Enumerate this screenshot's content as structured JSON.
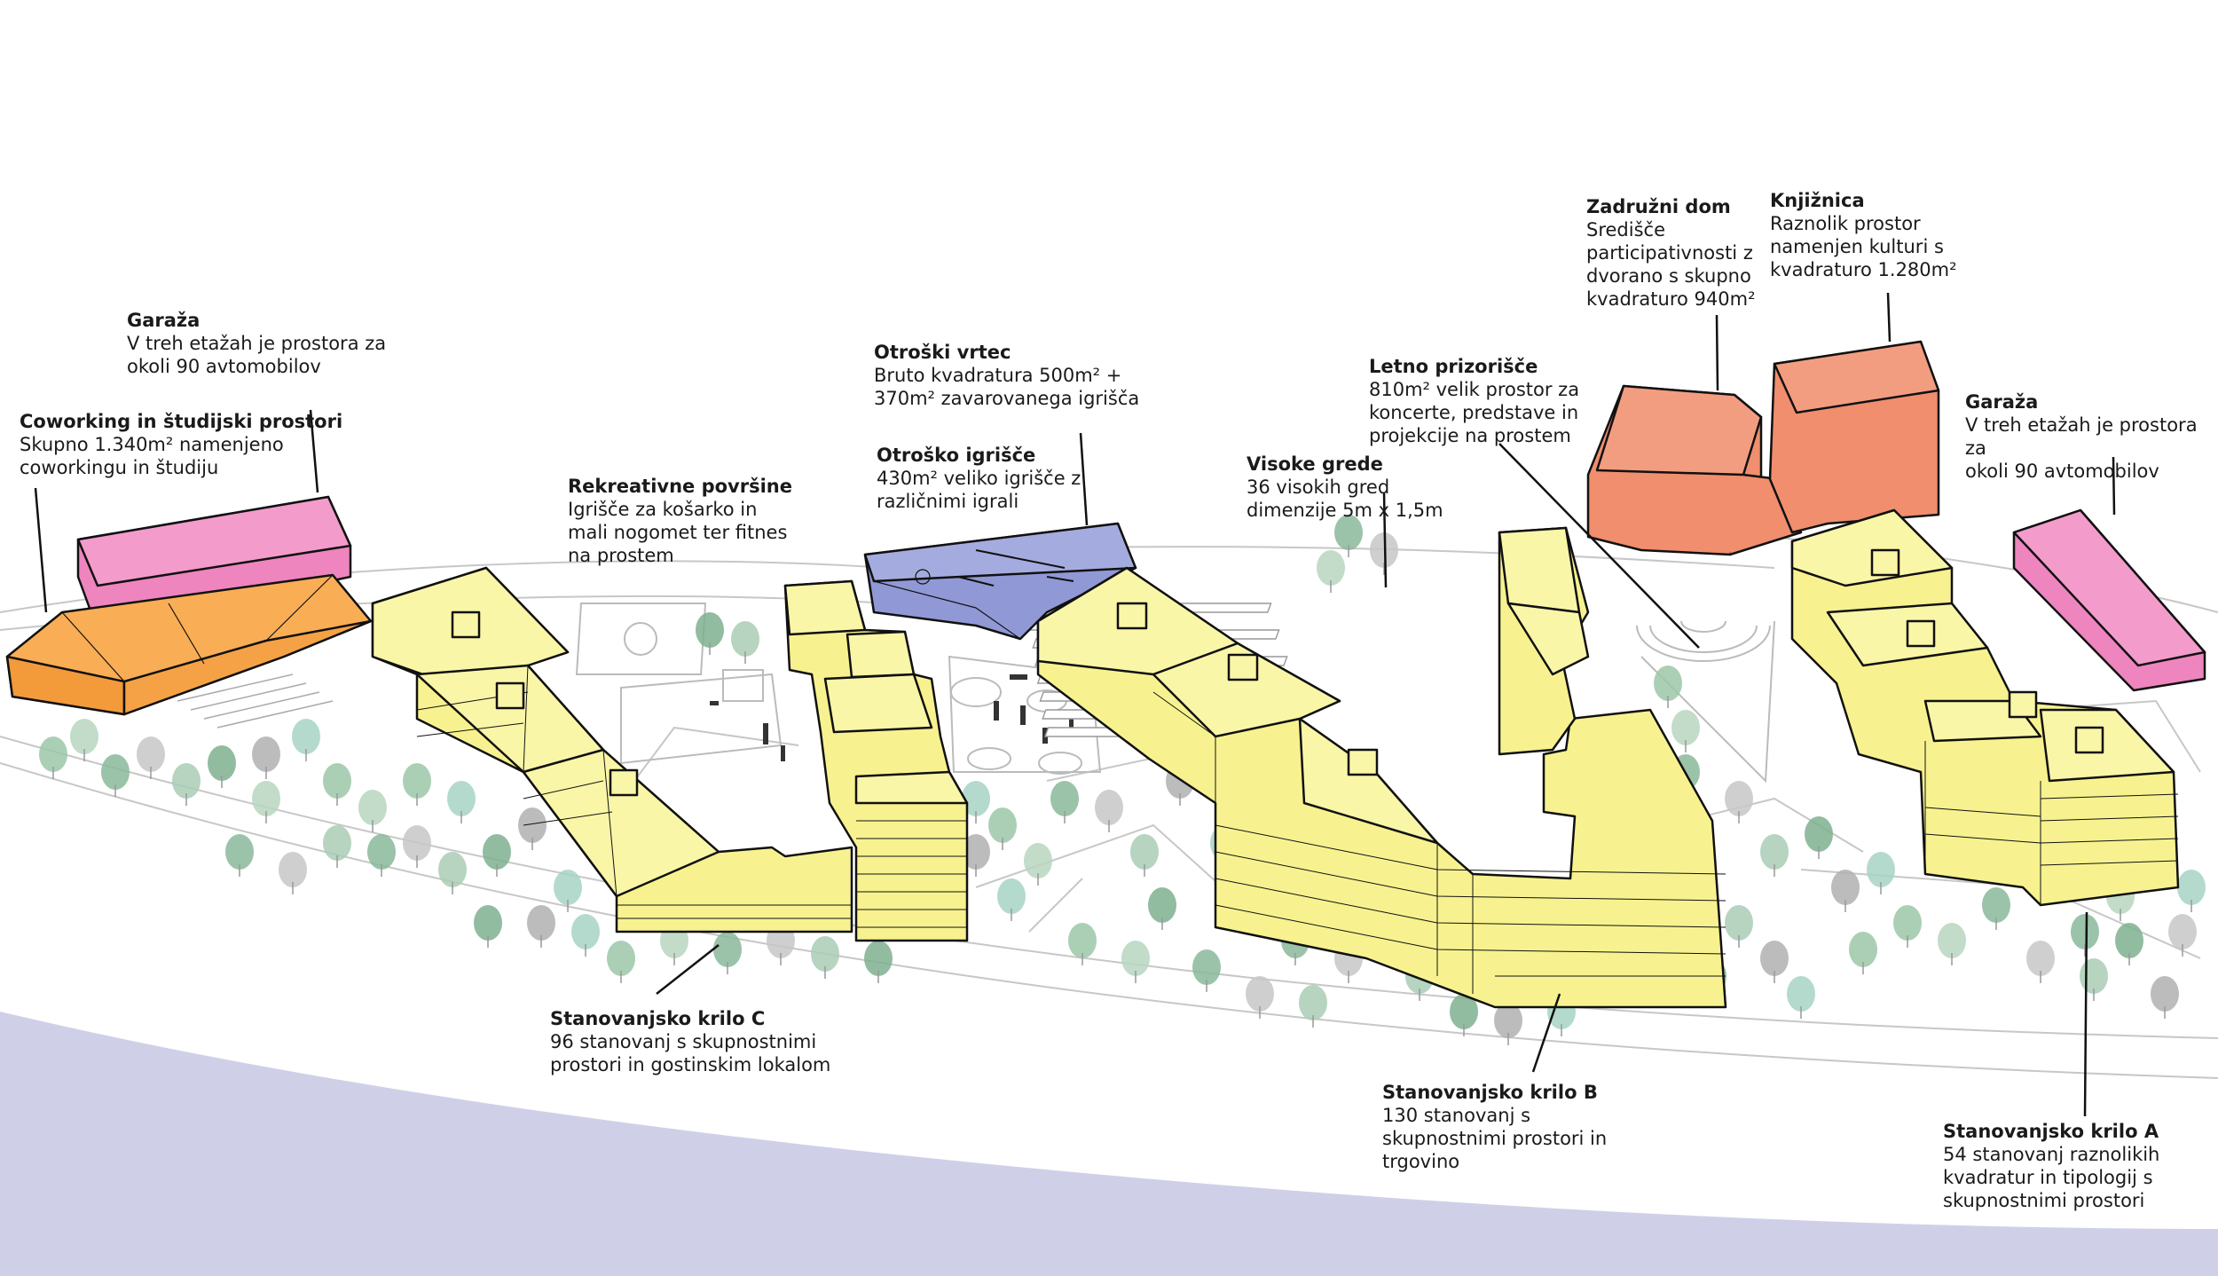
{
  "labels": {
    "garaza_left": {
      "title": "Garaža",
      "lines": [
        "V treh etažah je prostora za",
        "okoli 90 avtomobilov"
      ]
    },
    "coworking": {
      "title": "Coworking in študijski prostori",
      "lines": [
        "Skupno 1.340m² namenjeno",
        "coworkingu in študiju"
      ]
    },
    "rekreativne": {
      "title": "Rekreativne površine",
      "lines": [
        "Igrišče za košarko in",
        "mali nogomet ter fitnes",
        "na prostem"
      ]
    },
    "vrtec": {
      "title": "Otroški vrtec",
      "lines": [
        "Bruto kvadratura 500m² +",
        "370m²  zavarovanega igrišča"
      ]
    },
    "igrisce": {
      "title": "Otroško igrišče",
      "lines": [
        "430m² veliko igrišče z",
        "različnimi igrali"
      ]
    },
    "grede": {
      "title": "Visoke grede",
      "lines": [
        "36 visokih gred",
        "dimenzije 5m x 1,5m"
      ]
    },
    "prizorisce": {
      "title": "Letno prizorišče",
      "lines": [
        "810m² velik prostor za",
        "koncerte, predstave in",
        "projekcije na prostem"
      ]
    },
    "zadruzni": {
      "title": "Zadružni dom",
      "lines": [
        "Središče",
        "participativnosti z",
        "dvorano s skupno",
        "kvadraturo 940m²"
      ]
    },
    "knjiznica": {
      "title": "Knjižnica",
      "lines": [
        "Raznolik prostor",
        "namenjen kulturi s",
        "kvadraturo 1.280m²"
      ]
    },
    "garaza_right": {
      "title": "Garaža",
      "lines": [
        "V treh etažah je prostora za",
        "okoli 90 avtomobilov"
      ]
    },
    "krilo_c": {
      "title": "Stanovanjsko krilo C",
      "lines": [
        "96 stanovanj s skupnostnimi",
        "prostori in gostinskim lokalom"
      ]
    },
    "krilo_b": {
      "title": "Stanovanjsko krilo B",
      "lines": [
        "130 stanovanj s",
        "skupnostnimi prostori in",
        "trgovino"
      ]
    },
    "krilo_a": {
      "title": "Stanovanjsko krilo A",
      "lines": [
        "54 stanovanj raznolikih",
        "kvadratur in tipologij s",
        "skupnostnimi prostori"
      ]
    }
  },
  "colors": {
    "residential": "#f7f28f",
    "garage": "#ee85bf",
    "coworking": "#f9ad55",
    "kindergarten": "#9099d6",
    "culture": "#f08e6e",
    "river": "#cfd0e8",
    "trees": "#9cc7a8",
    "outline": "#111111"
  }
}
